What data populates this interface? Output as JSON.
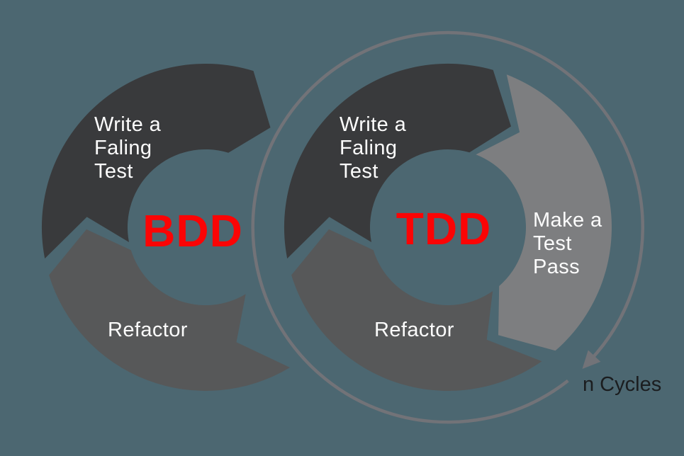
{
  "background_color": "#4c6771",
  "title_color": "#fb0405",
  "label_text_color": "#fcfcfc",
  "bdd": {
    "title": "BDD",
    "segments": {
      "write_failing_test": {
        "label_lines": [
          "Write a",
          "Faling",
          "Test"
        ],
        "color": "#393a3c"
      },
      "refactor": {
        "label": "Refactor",
        "color": "#575859"
      }
    }
  },
  "tdd": {
    "title": "TDD",
    "segments": {
      "write_failing_test": {
        "label_lines": [
          "Write a",
          "Faling",
          "Test"
        ],
        "color": "#393a3c"
      },
      "make_test_pass": {
        "label_lines": [
          "Make a",
          "Test",
          "Pass"
        ],
        "color": "#7d7e80"
      },
      "refactor": {
        "label": "Refactor",
        "color": "#575859"
      }
    },
    "outer_ring": {
      "label": "n Cycles",
      "color": "#727378",
      "label_color": "#1b1d1f"
    }
  }
}
